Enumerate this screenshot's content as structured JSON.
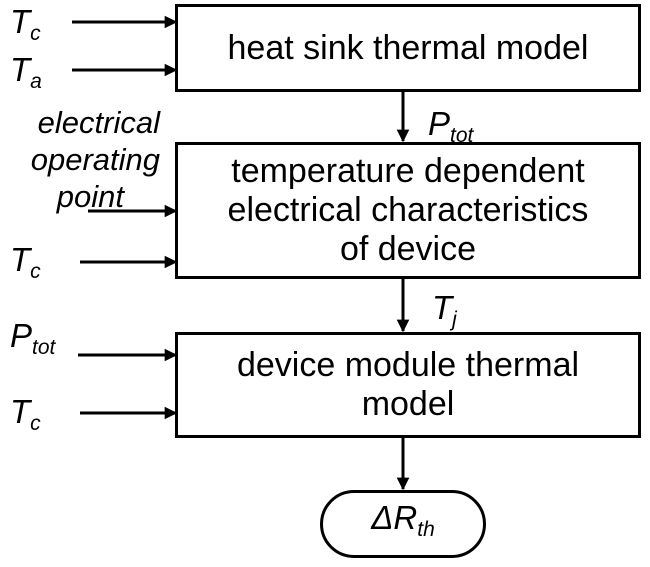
{
  "blocks": {
    "heat_sink": "heat sink thermal  model",
    "temp_dependent": [
      "temperature dependent",
      "electrical characteristics",
      "of device"
    ],
    "device_module": [
      "device module thermal",
      "model"
    ]
  },
  "inputs": {
    "tc_1": {
      "main": "T",
      "sub": "c"
    },
    "ta": {
      "main": "T",
      "sub": "a"
    },
    "electrical_operating_point": [
      "electrical",
      "operating",
      "point"
    ],
    "tc_2": {
      "main": "T",
      "sub": "c"
    },
    "ptot_in": {
      "main": "P",
      "sub": "tot"
    },
    "tc_3": {
      "main": "T",
      "sub": "c"
    }
  },
  "links": {
    "ptot": {
      "main": "P",
      "sub": "tot"
    },
    "tj": {
      "main": "T",
      "sub": "j"
    }
  },
  "output": {
    "prefix": "ΔR",
    "sub": "th"
  }
}
